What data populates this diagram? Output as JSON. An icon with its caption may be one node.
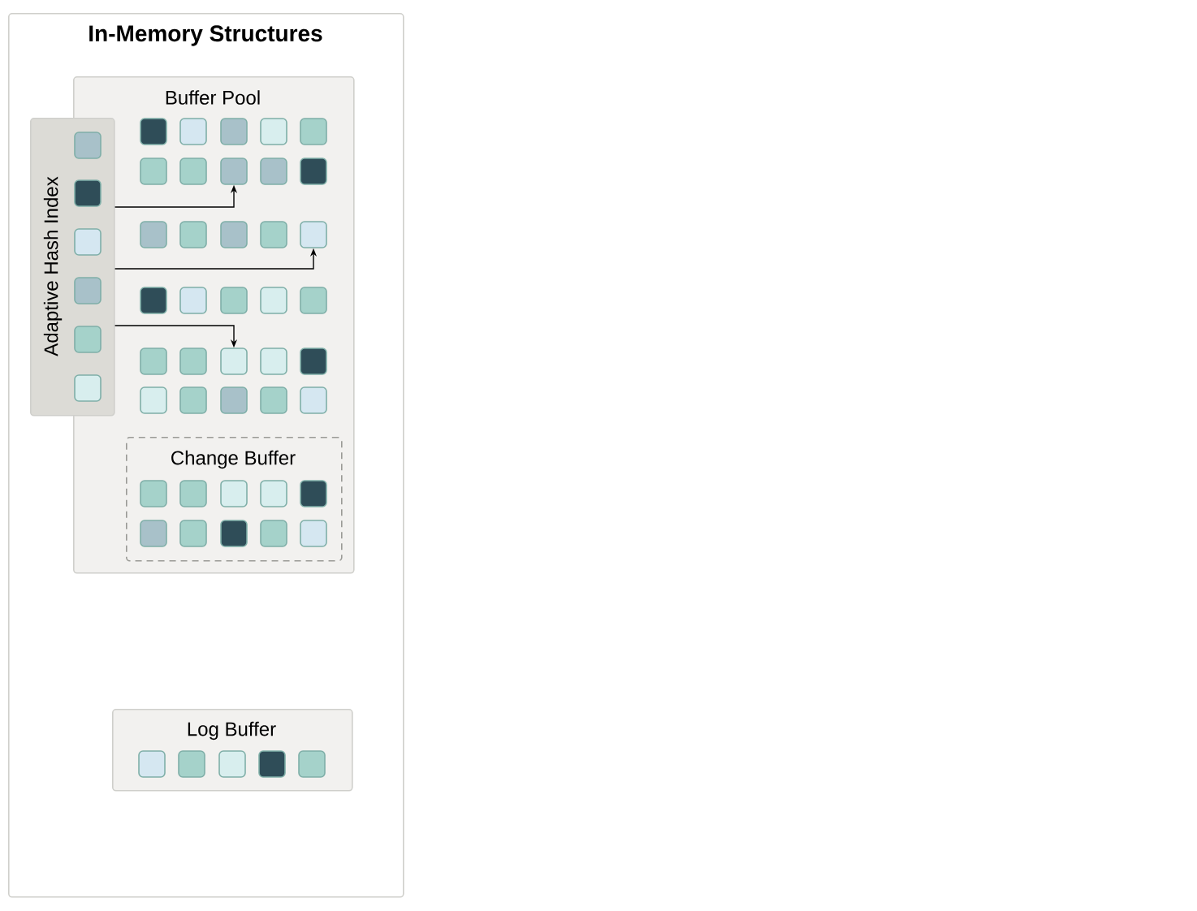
{
  "diagram": {
    "nodes": [
      {
        "text": [
          "In-Memory Structures"
        ]
      },
      {
        "text": [
          "Buffer Pool"
        ],
        "in": 0
      },
      {
        "text": [
          "Adaptive Hash Index"
        ],
        "in": 0
      },
      {
        "text": [],
        "shape": "box"
      },
      {
        "text": [],
        "shape": "box"
      },
      {
        "text": [],
        "shape": "box"
      },
      {
        "text": [],
        "shape": "box"
      },
      {
        "text": [],
        "shape": "box"
      },
      {
        "text": [],
        "shape": "box"
      },
      {
        "text": [],
        "shape": "box",
        "in": 1
      },
      {
        "text": [],
        "shape": "box",
        "in": 1
      },
      {
        "text": [],
        "shape": "box",
        "in": 1
      },
      {
        "text": [],
        "shape": "box",
        "in": 1
      },
      {
        "text": [],
        "shape": "box",
        "in": 1
      },
      {
        "text": [],
        "shape": "box",
        "in": 1
      },
      {
        "text": [],
        "shape": "box",
        "in": 1
      },
      {
        "text": [],
        "shape": "box",
        "in": 1
      },
      {
        "text": [],
        "shape": "box",
        "in": 1
      },
      {
        "text": [],
        "shape": "box",
        "in": 1
      },
      {
        "text": [],
        "shape": "box",
        "in": 1
      },
      {
        "text": [],
        "shape": "box",
        "in": 1
      },
      {
        "text": [],
        "shape": "box",
        "in": 1
      },
      {
        "text": [],
        "shape": "box",
        "in": 1
      },
      {
        "text": [],
        "shape": "box",
        "in": 1
      },
      {
        "text": [],
        "shape": "box",
        "in": 1
      },
      {
        "text": [],
        "shape": "box",
        "in": 1
      },
      {
        "text": [],
        "shape": "box",
        "in": 1
      },
      {
        "text": [],
        "shape": "box",
        "in": 1
      },
      {
        "text": [],
        "shape": "box",
        "in": 1
      },
      {
        "text": [],
        "shape": "box",
        "in": 1
      },
      {
        "text": [],
        "shape": "box",
        "in": 1
      },
      {
        "text": [],
        "shape": "box",
        "in": 1
      },
      {
        "text": [],
        "shape": "box",
        "in": 1
      },
      {
        "text": [],
        "shape": "box",
        "in": 1
      },
      {
        "text": [],
        "shape": "box",
        "in": 1
      },
      {
        "text": [],
        "shape": "box",
        "in": 1
      },
      {
        "text": [],
        "shape": "box",
        "in": 1
      },
      {
        "text": [],
        "shape": "box",
        "in": 1
      },
      {
        "text": [],
        "shape": "box",
        "in": 1
      },
      {
        "text": [
          "Change Buffer"
        ],
        "in": 1
      },
      {
        "text": [],
        "shape": "box",
        "in": 39
      },
      {
        "text": [],
        "shape": "box",
        "in": 39
      },
      {
        "text": [],
        "shape": "box",
        "in": 39
      },
      {
        "text": [],
        "shape": "box",
        "in": 39
      },
      {
        "text": [],
        "shape": "box",
        "in": 39
      },
      {
        "text": [],
        "shape": "box",
        "in": 39
      },
      {
        "text": [],
        "shape": "box",
        "in": 39
      },
      {
        "text": [],
        "shape": "box",
        "in": 39
      },
      {
        "text": [],
        "shape": "box",
        "in": 39
      },
      {
        "text": [],
        "shape": "box",
        "in": 39
      },
      {
        "text": [
          "Log Buffer"
        ],
        "in": 0
      },
      {
        "text": [],
        "shape": "box",
        "in": 50
      },
      {
        "text": [],
        "shape": "box",
        "in": 50
      },
      {
        "text": [],
        "shape": "box",
        "in": 50
      },
      {
        "text": [],
        "shape": "box",
        "in": 50
      },
      {
        "text": [],
        "shape": "box",
        "in": 50
      }
    ],
    "edges": [
      {
        "from": 2,
        "to": 16,
        "arrow": "to"
      },
      {
        "from": 2,
        "to": 23,
        "arrow": "to"
      },
      {
        "from": 2,
        "to": 31,
        "arrow": "to"
      }
    ]
  }
}
